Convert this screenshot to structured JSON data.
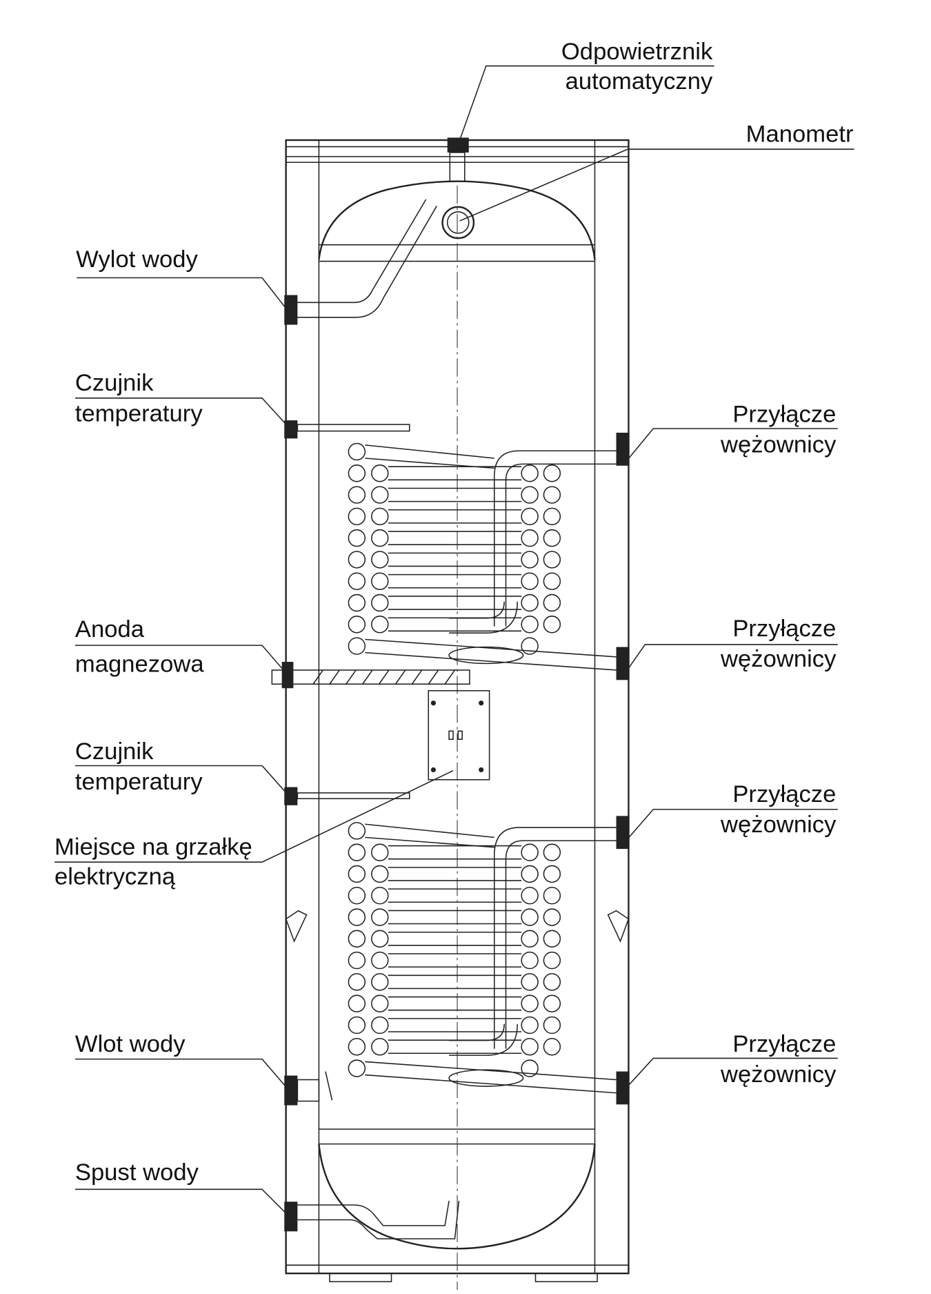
{
  "title": "Zbiornik z dwiema wężownicami",
  "labels": {
    "air_vent": [
      "Odpowietrznik",
      "automatyczny"
    ],
    "pressure_gauge": "Manometr",
    "water_outlet": "Wylot wody",
    "temp_sensor_1": [
      "Czujnik",
      "temperatury"
    ],
    "coil_conn_1": [
      "Przyłącze",
      "wężownicy"
    ],
    "coil_conn_2": [
      "Przyłącze",
      "wężownicy"
    ],
    "anode": [
      "Anoda",
      "magnezowa"
    ],
    "temp_sensor_2": [
      "Czujnik",
      "temperatury"
    ],
    "heater_place": [
      "Miejsce na grzałkę",
      "elektryczną"
    ],
    "coil_conn_3": [
      "Przyłącze",
      "wężownicy"
    ],
    "water_inlet": "Wlot wody",
    "coil_conn_4": [
      "Przyłącze",
      "wężownicy"
    ],
    "drain": "Spust wody"
  }
}
